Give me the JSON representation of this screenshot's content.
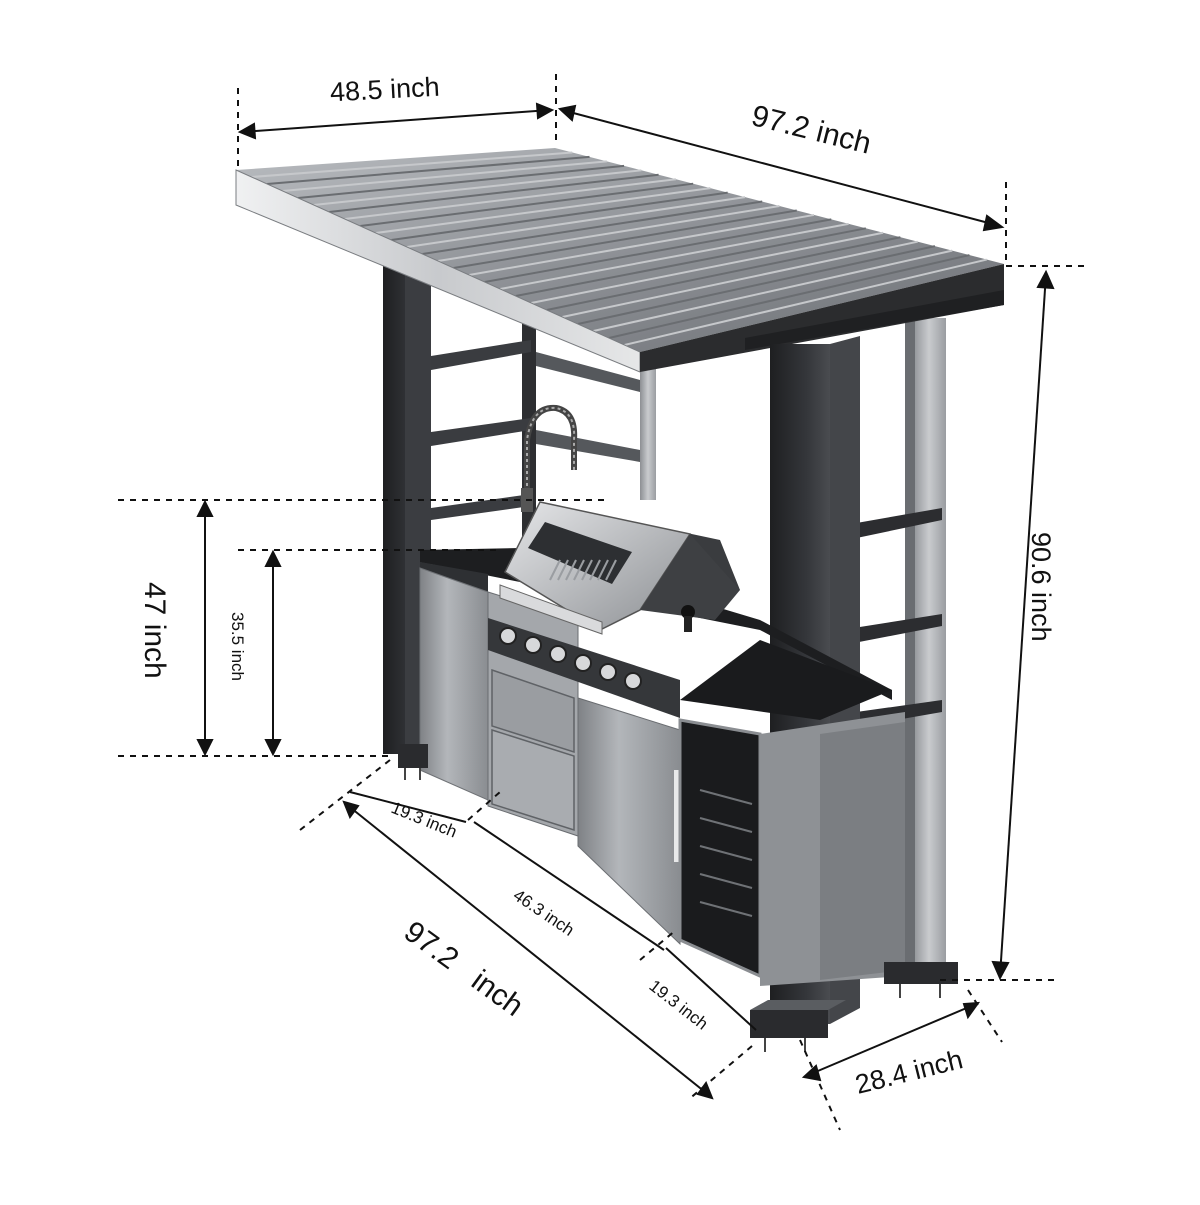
{
  "dimensions": {
    "roof_depth": "48.5 inch",
    "roof_length": "97.2 inch",
    "total_height": "90.6 inch",
    "backsplash_height": "47 inch",
    "counter_height": "35.5 inch",
    "base_length": "97.2   inch",
    "base_depth": "28.4 inch",
    "segment_left": "19.3 inch",
    "segment_middle": "46.3 inch",
    "segment_right": "19.3 inch"
  },
  "colors": {
    "frame": "#2b2c2e",
    "roof": "#8d9094",
    "steel": "#a9acb0",
    "dim_line": "#111111"
  }
}
